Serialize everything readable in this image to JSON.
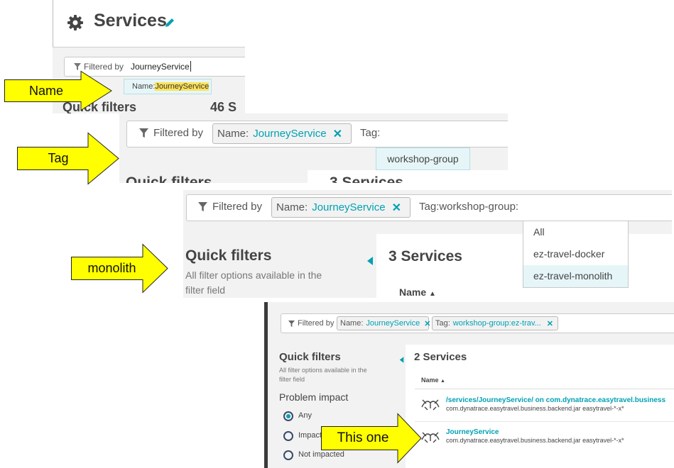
{
  "panel1": {
    "title": "Services",
    "filter_prefix": "Filtered by",
    "filter_value": "JourneyService",
    "suggestion_key": "Name:",
    "suggestion_value": "JourneyService",
    "quick_filters_partial": "Quick filters",
    "count_partial": "46 S"
  },
  "panel2": {
    "filter_prefix": "Filtered by",
    "chip_key": "Name:",
    "chip_value": "JourneyService",
    "tag_label": "Tag:",
    "suggestion": "workshop-group",
    "quick_filters_partial": "Quick filters",
    "count_partial": "3 Services"
  },
  "panel3": {
    "filter_prefix": "Filtered by",
    "chip_key": "Name:",
    "chip_value": "JourneyService",
    "tag_label": "Tag:workshop-group:",
    "dropdown": [
      "All",
      "ez-travel-docker",
      "ez-travel-monolith"
    ],
    "quick_filters_title": "Quick filters",
    "quick_filters_desc_1": "All filter options available in the",
    "quick_filters_desc_2": "filter field",
    "count": "3 Services",
    "sort_column": "Name"
  },
  "panel4": {
    "filter_prefix": "Filtered by",
    "chip1_key": "Name:",
    "chip1_value": "JourneyService",
    "chip2_key": "Tag:",
    "chip2_value": "workshop-group:ez-trav...",
    "quick_filters_title": "Quick filters",
    "quick_filters_desc_1": "All filter options available in the",
    "quick_filters_desc_2": "filter field",
    "problem_impact_title": "Problem impact",
    "impact_options": [
      "Any",
      "Impact",
      "Not impacted"
    ],
    "count": "2 Services",
    "sort_column": "Name",
    "rows": [
      {
        "name": "/services/JourneyService/ on com.dynatrace.easytravel.business",
        "detail": "com.dynatrace.easytravel.business.backend.jar easytravel-*-x*"
      },
      {
        "name": "JourneyService",
        "detail": "com.dynatrace.easytravel.business.backend.jar easytravel-*-x*"
      }
    ]
  },
  "callouts": {
    "name": "Name",
    "tag": "Tag",
    "monolith": "monolith",
    "this_one": "This one"
  },
  "colors": {
    "accent": "#00a1b2",
    "callout_fill": "#ffff00",
    "suggestion_bg": "#e6f6f8"
  }
}
